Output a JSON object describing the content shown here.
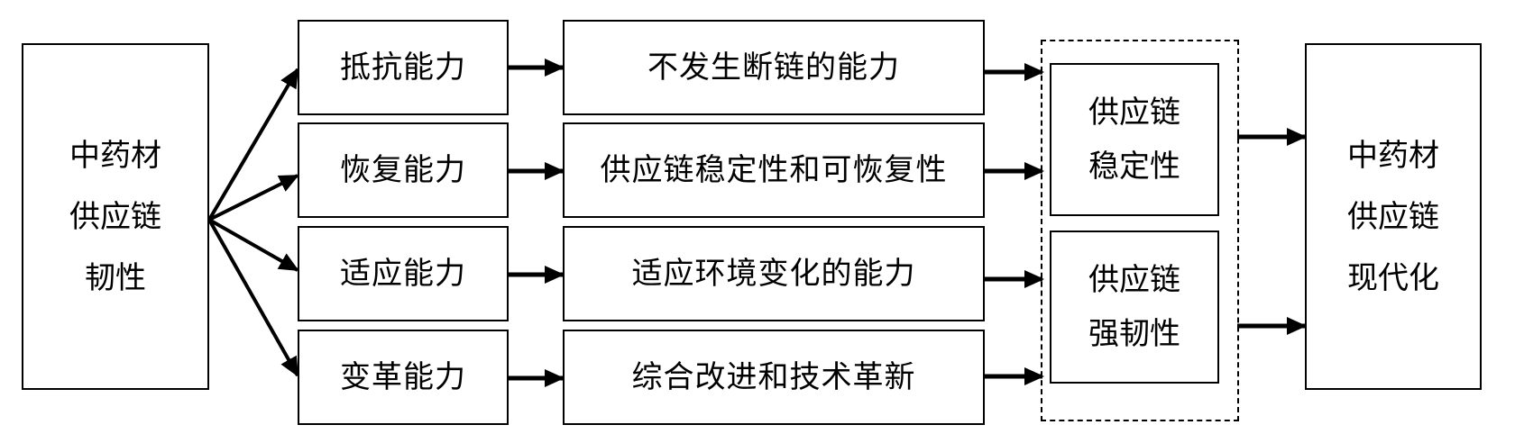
{
  "source": {
    "lines": [
      "中药材",
      "供应链",
      "韧性"
    ]
  },
  "capabilities": [
    {
      "label": "抵抗能力",
      "outcome": "不发生断链的能力"
    },
    {
      "label": "恢复能力",
      "outcome": "供应链稳定性和可恢复性"
    },
    {
      "label": "适应能力",
      "outcome": "适应环境变化的能力"
    },
    {
      "label": "变革能力",
      "outcome": "综合改进和技术革新"
    }
  ],
  "properties": {
    "stability": [
      "供应链",
      "稳定性"
    ],
    "resilience": [
      "供应链",
      "强韧性"
    ]
  },
  "target": {
    "lines": [
      "中药材",
      "供应链",
      "现代化"
    ]
  }
}
